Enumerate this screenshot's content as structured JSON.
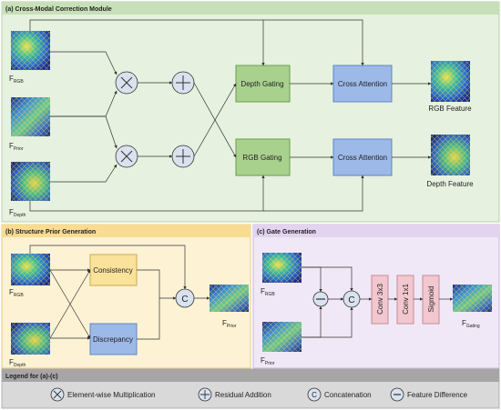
{
  "section_a": {
    "title": "(a) Cross-Modal Correction Module",
    "inputs": {
      "f": "F",
      "rgb_sub": "RGB",
      "prior_sub": "Prior",
      "depth_sub": "Depth"
    },
    "depth_gating": "Depth Gating",
    "rgb_gating": "RGB Gating",
    "cross_attention_top": "Cross Attention",
    "cross_attention_bottom": "Cross Attention",
    "out_rgb": "RGB Feature",
    "out_depth": "Depth Feature"
  },
  "section_b": {
    "title": "(b) Structure Prior Generation",
    "consistency": "Consistency",
    "discrepancy": "Discrepancy",
    "f": "F",
    "rgb_sub": "RGB",
    "depth_sub": "Depth",
    "prior_sub": "Prior",
    "concat_symbol": "C"
  },
  "section_c": {
    "title": "(c) Gate Generation",
    "f": "F",
    "rgb_sub": "RGB",
    "prior_sub": "Prior",
    "gating_sub": "Gating",
    "conv3": "Conv 3x3",
    "conv1": "Conv 1x1",
    "sigmoid": "Sigmoid",
    "concat_symbol": "C"
  },
  "legend": {
    "title": "Legend for (a)-(c)",
    "mult": "Element-wise Multiplication",
    "add": "Residual Addition",
    "concat": "Concatenation",
    "concat_symbol": "C",
    "diff": "Feature Difference"
  },
  "colors": {
    "panel_a_bg": "#e6f1df",
    "panel_a_header": "#c8e0b8",
    "panel_b_bg": "#fdf2d4",
    "panel_b_header": "#f9dc92",
    "panel_c_bg": "#f0e8f6",
    "panel_c_header": "#e3d3ef",
    "legend_bg": "#d9d9d9",
    "legend_header": "#a6a6a6",
    "green_box": "#a9d18e",
    "blue_box": "#9cb9e8",
    "yellow_box": "#fbe29b",
    "pink_box": "#f2c7cf",
    "operator_fill": "#d9e2ee"
  }
}
